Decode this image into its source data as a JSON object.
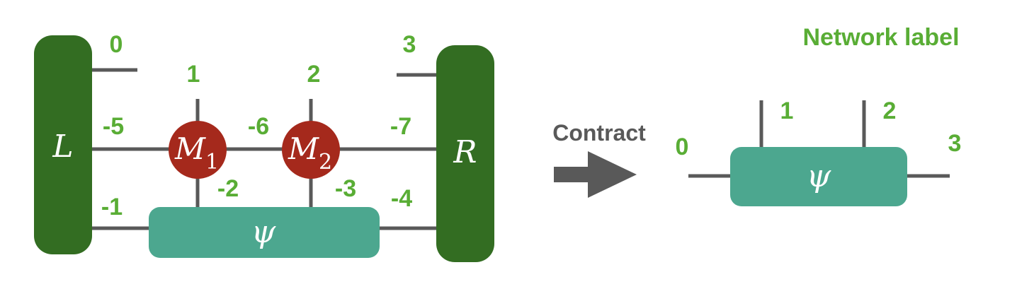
{
  "colors": {
    "leg": "#595959",
    "env_tensor": "#336d22",
    "mpo_tensor": "#a5291c",
    "psi_tensor": "#4ca78f",
    "label": "#59ad35",
    "arrow": "#595959",
    "tensor_text": "#ffffff"
  },
  "left_network": {
    "L": {
      "symbol": "L"
    },
    "R": {
      "symbol": "R"
    },
    "M1": {
      "symbol": "M",
      "subscript": "1"
    },
    "M2": {
      "symbol": "M",
      "subscript": "2"
    },
    "psi": {
      "symbol": "ψ"
    },
    "labels": {
      "l0": "0",
      "l1": "1",
      "l2": "2",
      "l3": "3",
      "m5": "-5",
      "m6": "-6",
      "m7": "-7",
      "m1": "-1",
      "m2": "-2",
      "m3": "-3",
      "m4": "-4"
    }
  },
  "contract": {
    "label": "Contract"
  },
  "right_network": {
    "title": "Network label",
    "psi": {
      "symbol": "ψ"
    },
    "labels": {
      "l0": "0",
      "l1": "1",
      "l2": "2",
      "l3": "3"
    }
  }
}
